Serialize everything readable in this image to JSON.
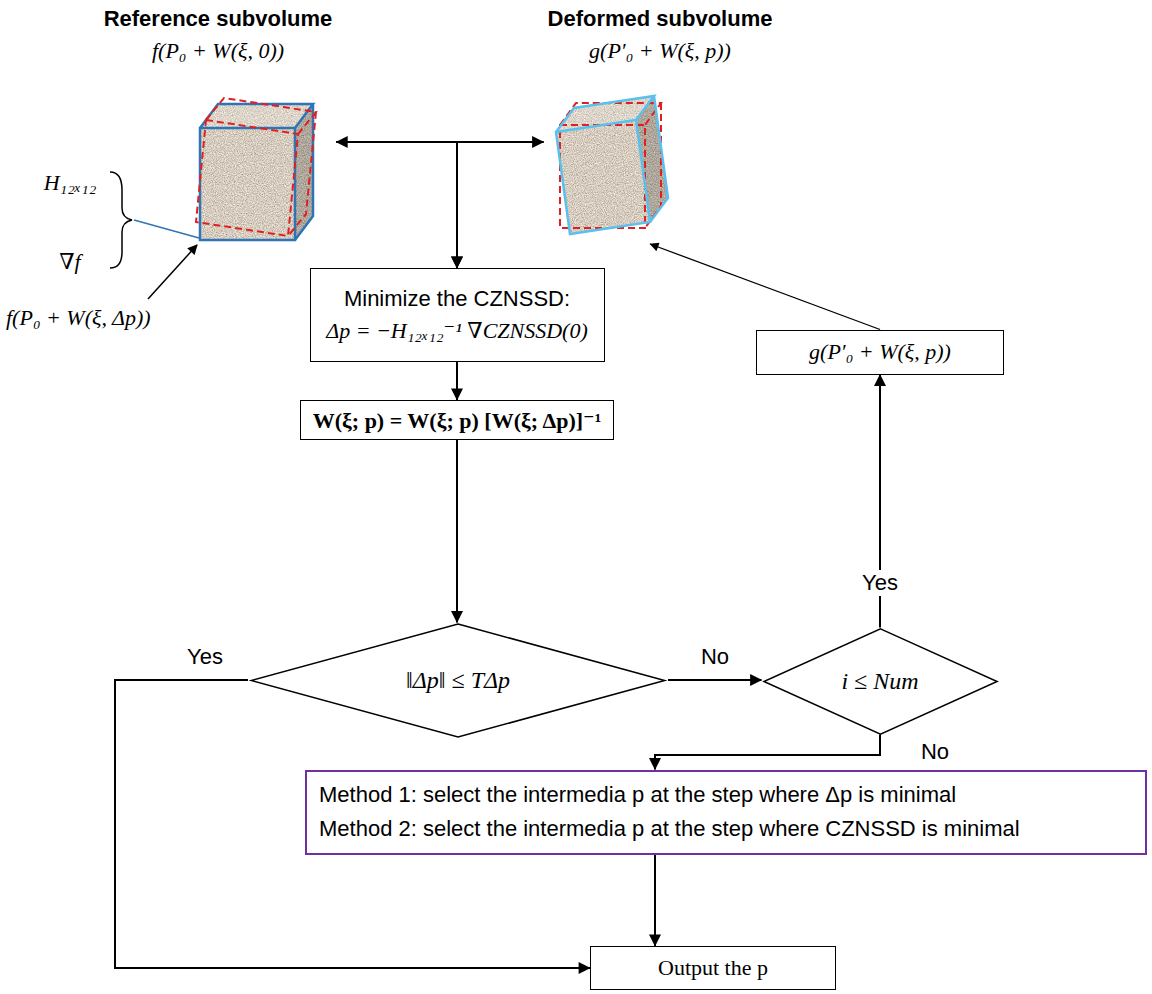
{
  "diagram": {
    "nodes": [
      {
        "text": [
          "Reference subvolume",
          "f(P₀ + W(ξ, 0))"
        ]
      },
      {
        "text": [
          "Deformed subvolume",
          "g(P′₀ + W(ξ, p))"
        ]
      },
      {
        "text": [
          "Minimize the CZNSSD:",
          "Δp = −H₁₂ₓ₁₂⁻¹ ∇CZNSSD(0)"
        ]
      },
      {
        "text": [
          "W(ξ; p) = W(ξ; p) [W(ξ; Δp)]⁻¹"
        ]
      },
      {
        "text": [
          "‖Δp‖ ≤ TΔp"
        ]
      },
      {
        "text": [
          "i ≤ Num"
        ]
      },
      {
        "text": [
          "g(P′₀ + W(ξ, p))"
        ]
      },
      {
        "text": [
          "Method 1: select the intermedia p at the step where Δp is minimal",
          "Method 2: select the intermedia p at the step where CZNSSD is minimal"
        ]
      },
      {
        "text": [
          "Output the p"
        ]
      }
    ],
    "edges": [
      {
        "from": 0,
        "to": 1,
        "arrow": "both"
      },
      {
        "from": 0,
        "to": 2,
        "arrow": "to"
      },
      {
        "from": 1,
        "to": 2,
        "arrow": "to"
      },
      {
        "from": 2,
        "to": 3,
        "arrow": "to"
      },
      {
        "from": 3,
        "to": 4,
        "arrow": "to"
      },
      {
        "from": 4,
        "to": 8,
        "label": "Yes",
        "arrow": "to"
      },
      {
        "from": 4,
        "to": 5,
        "label": "No",
        "arrow": "to"
      },
      {
        "from": 5,
        "to": 6,
        "label": "Yes",
        "arrow": "to"
      },
      {
        "from": 5,
        "to": 7,
        "label": "No",
        "arrow": "to"
      },
      {
        "from": 6,
        "to": 1,
        "arrow": "to"
      },
      {
        "from": 7,
        "to": 8,
        "arrow": "to"
      }
    ],
    "labels": [
      "H₁₂ₓ₁₂",
      "∇f",
      "f(P₀ + W(ξ, Δp))"
    ]
  }
}
